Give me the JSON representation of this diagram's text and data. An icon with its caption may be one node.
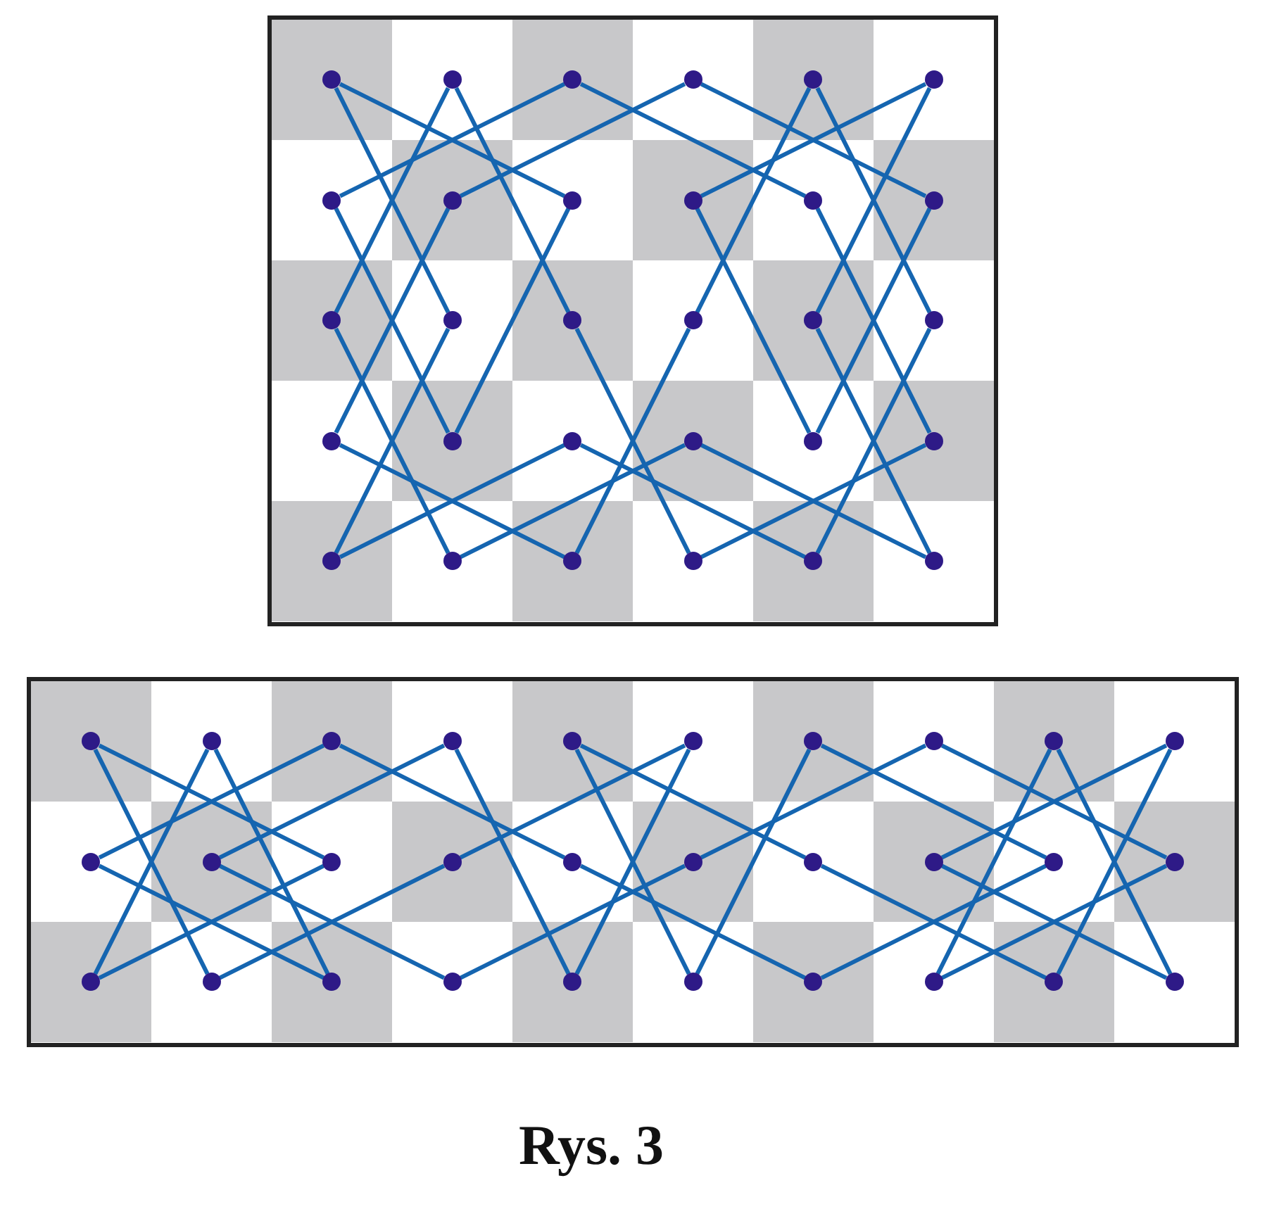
{
  "diagram": {
    "caption": "Rys. 3",
    "nodes": [
      {
        "text": [],
        "shape": "box"
      },
      {
        "text": [],
        "shape": "circle",
        "in": 0
      },
      {
        "text": [],
        "shape": "circle",
        "in": 0
      },
      {
        "text": [],
        "shape": "circle",
        "in": 0
      },
      {
        "text": [],
        "shape": "circle",
        "in": 0
      },
      {
        "text": [],
        "shape": "circle",
        "in": 0
      },
      {
        "text": [],
        "shape": "circle",
        "in": 0
      },
      {
        "text": [],
        "shape": "circle",
        "in": 0
      },
      {
        "text": [],
        "shape": "circle",
        "in": 0
      },
      {
        "text": [],
        "shape": "circle",
        "in": 0
      },
      {
        "text": [],
        "shape": "circle",
        "in": 0
      },
      {
        "text": [],
        "shape": "circle",
        "in": 0
      },
      {
        "text": [],
        "shape": "circle",
        "in": 0
      },
      {
        "text": [],
        "shape": "circle",
        "in": 0
      },
      {
        "text": [],
        "shape": "circle",
        "in": 0
      },
      {
        "text": [],
        "shape": "circle",
        "in": 0
      },
      {
        "text": [],
        "shape": "circle",
        "in": 0
      },
      {
        "text": [],
        "shape": "circle",
        "in": 0
      },
      {
        "text": [],
        "shape": "circle",
        "in": 0
      },
      {
        "text": [],
        "shape": "circle",
        "in": 0
      },
      {
        "text": [],
        "shape": "circle",
        "in": 0
      },
      {
        "text": [],
        "shape": "circle",
        "in": 0
      },
      {
        "text": [],
        "shape": "circle",
        "in": 0
      },
      {
        "text": [],
        "shape": "circle",
        "in": 0
      },
      {
        "text": [],
        "shape": "circle",
        "in": 0
      },
      {
        "text": [],
        "shape": "circle",
        "in": 0
      },
      {
        "text": [],
        "shape": "circle",
        "in": 0
      },
      {
        "text": [],
        "shape": "circle",
        "in": 0
      },
      {
        "text": [],
        "shape": "circle",
        "in": 0
      },
      {
        "text": [],
        "shape": "circle",
        "in": 0
      },
      {
        "text": [],
        "shape": "circle",
        "in": 0
      },
      {
        "text": [],
        "shape": "box"
      },
      {
        "text": [],
        "shape": "circle",
        "in": 31
      },
      {
        "text": [],
        "shape": "circle",
        "in": 31
      },
      {
        "text": [],
        "shape": "circle",
        "in": 31
      },
      {
        "text": [],
        "shape": "circle",
        "in": 31
      },
      {
        "text": [],
        "shape": "circle",
        "in": 31
      },
      {
        "text": [],
        "shape": "circle",
        "in": 31
      },
      {
        "text": [],
        "shape": "circle",
        "in": 31
      },
      {
        "text": [],
        "shape": "circle",
        "in": 31
      },
      {
        "text": [],
        "shape": "circle",
        "in": 31
      },
      {
        "text": [],
        "shape": "circle",
        "in": 31
      },
      {
        "text": [],
        "shape": "circle",
        "in": 31
      },
      {
        "text": [],
        "shape": "circle",
        "in": 31
      },
      {
        "text": [],
        "shape": "circle",
        "in": 31
      },
      {
        "text": [],
        "shape": "circle",
        "in": 31
      },
      {
        "text": [],
        "shape": "circle",
        "in": 31
      },
      {
        "text": [],
        "shape": "circle",
        "in": 31
      },
      {
        "text": [],
        "shape": "circle",
        "in": 31
      },
      {
        "text": [],
        "shape": "circle",
        "in": 31
      },
      {
        "text": [],
        "shape": "circle",
        "in": 31
      },
      {
        "text": [],
        "shape": "circle",
        "in": 31
      },
      {
        "text": [],
        "shape": "circle",
        "in": 31
      },
      {
        "text": [],
        "shape": "circle",
        "in": 31
      },
      {
        "text": [],
        "shape": "circle",
        "in": 31
      },
      {
        "text": [],
        "shape": "circle",
        "in": 31
      },
      {
        "text": [],
        "shape": "circle",
        "in": 31
      },
      {
        "text": [],
        "shape": "circle",
        "in": 31
      },
      {
        "text": [],
        "shape": "circle",
        "in": 31
      },
      {
        "text": [],
        "shape": "circle",
        "in": 31
      },
      {
        "text": [],
        "shape": "circle",
        "in": 31
      },
      {
        "text": [],
        "shape": "circle",
        "in": 31
      }
    ],
    "edges": [
      {
        "from": 1,
        "to": 9,
        "arrow": "none"
      },
      {
        "from": 9,
        "to": 20,
        "arrow": "none"
      },
      {
        "from": 20,
        "to": 7,
        "arrow": "none"
      },
      {
        "from": 7,
        "to": 3,
        "arrow": "none"
      },
      {
        "from": 3,
        "to": 11,
        "arrow": "none"
      },
      {
        "from": 11,
        "to": 24,
        "arrow": "none"
      },
      {
        "from": 24,
        "to": 28,
        "arrow": "none"
      },
      {
        "from": 28,
        "to": 15,
        "arrow": "none"
      },
      {
        "from": 15,
        "to": 2,
        "arrow": "none"
      },
      {
        "from": 2,
        "to": 13,
        "arrow": "none"
      },
      {
        "from": 13,
        "to": 26,
        "arrow": "none"
      },
      {
        "from": 26,
        "to": 22,
        "arrow": "none"
      },
      {
        "from": 22,
        "to": 30,
        "arrow": "none"
      },
      {
        "from": 30,
        "to": 17,
        "arrow": "none"
      },
      {
        "from": 17,
        "to": 6,
        "arrow": "none"
      },
      {
        "from": 6,
        "to": 10,
        "arrow": "none"
      },
      {
        "from": 10,
        "to": 23,
        "arrow": "none"
      },
      {
        "from": 23,
        "to": 12,
        "arrow": "none"
      },
      {
        "from": 12,
        "to": 4,
        "arrow": "none"
      },
      {
        "from": 4,
        "to": 8,
        "arrow": "none"
      },
      {
        "from": 8,
        "to": 19,
        "arrow": "none"
      },
      {
        "from": 19,
        "to": 27,
        "arrow": "none"
      },
      {
        "from": 27,
        "to": 16,
        "arrow": "none"
      },
      {
        "from": 16,
        "to": 5,
        "arrow": "none"
      },
      {
        "from": 5,
        "to": 18,
        "arrow": "none"
      },
      {
        "from": 18,
        "to": 29,
        "arrow": "none"
      },
      {
        "from": 29,
        "to": 21,
        "arrow": "none"
      },
      {
        "from": 21,
        "to": 25,
        "arrow": "none"
      },
      {
        "from": 25,
        "to": 14,
        "arrow": "none"
      },
      {
        "from": 14,
        "to": 1,
        "arrow": "none"
      },
      {
        "from": 32,
        "to": 44,
        "arrow": "none"
      },
      {
        "from": 44,
        "to": 52,
        "arrow": "none"
      },
      {
        "from": 52,
        "to": 33,
        "arrow": "none"
      },
      {
        "from": 33,
        "to": 54,
        "arrow": "none"
      },
      {
        "from": 54,
        "to": 42,
        "arrow": "none"
      },
      {
        "from": 42,
        "to": 34,
        "arrow": "none"
      },
      {
        "from": 34,
        "to": 46,
        "arrow": "none"
      },
      {
        "from": 46,
        "to": 58,
        "arrow": "none"
      },
      {
        "from": 58,
        "to": 50,
        "arrow": "none"
      },
      {
        "from": 50,
        "to": 38,
        "arrow": "none"
      },
      {
        "from": 38,
        "to": 57,
        "arrow": "none"
      },
      {
        "from": 57,
        "to": 36,
        "arrow": "none"
      },
      {
        "from": 36,
        "to": 48,
        "arrow": "none"
      },
      {
        "from": 48,
        "to": 60,
        "arrow": "none"
      },
      {
        "from": 60,
        "to": 41,
        "arrow": "none"
      },
      {
        "from": 41,
        "to": 49,
        "arrow": "none"
      },
      {
        "from": 49,
        "to": 61,
        "arrow": "none"
      },
      {
        "from": 61,
        "to": 40,
        "arrow": "none"
      },
      {
        "from": 40,
        "to": 59,
        "arrow": "none"
      },
      {
        "from": 59,
        "to": 51,
        "arrow": "none"
      },
      {
        "from": 51,
        "to": 39,
        "arrow": "none"
      },
      {
        "from": 39,
        "to": 47,
        "arrow": "none"
      },
      {
        "from": 47,
        "to": 55,
        "arrow": "none"
      },
      {
        "from": 55,
        "to": 43,
        "arrow": "none"
      },
      {
        "from": 43,
        "to": 35,
        "arrow": "none"
      },
      {
        "from": 35,
        "to": 56,
        "arrow": "none"
      },
      {
        "from": 56,
        "to": 37,
        "arrow": "none"
      },
      {
        "from": 37,
        "to": 45,
        "arrow": "none"
      },
      {
        "from": 45,
        "to": 53,
        "arrow": "none"
      },
      {
        "from": 53,
        "to": 32,
        "arrow": "none"
      }
    ]
  }
}
